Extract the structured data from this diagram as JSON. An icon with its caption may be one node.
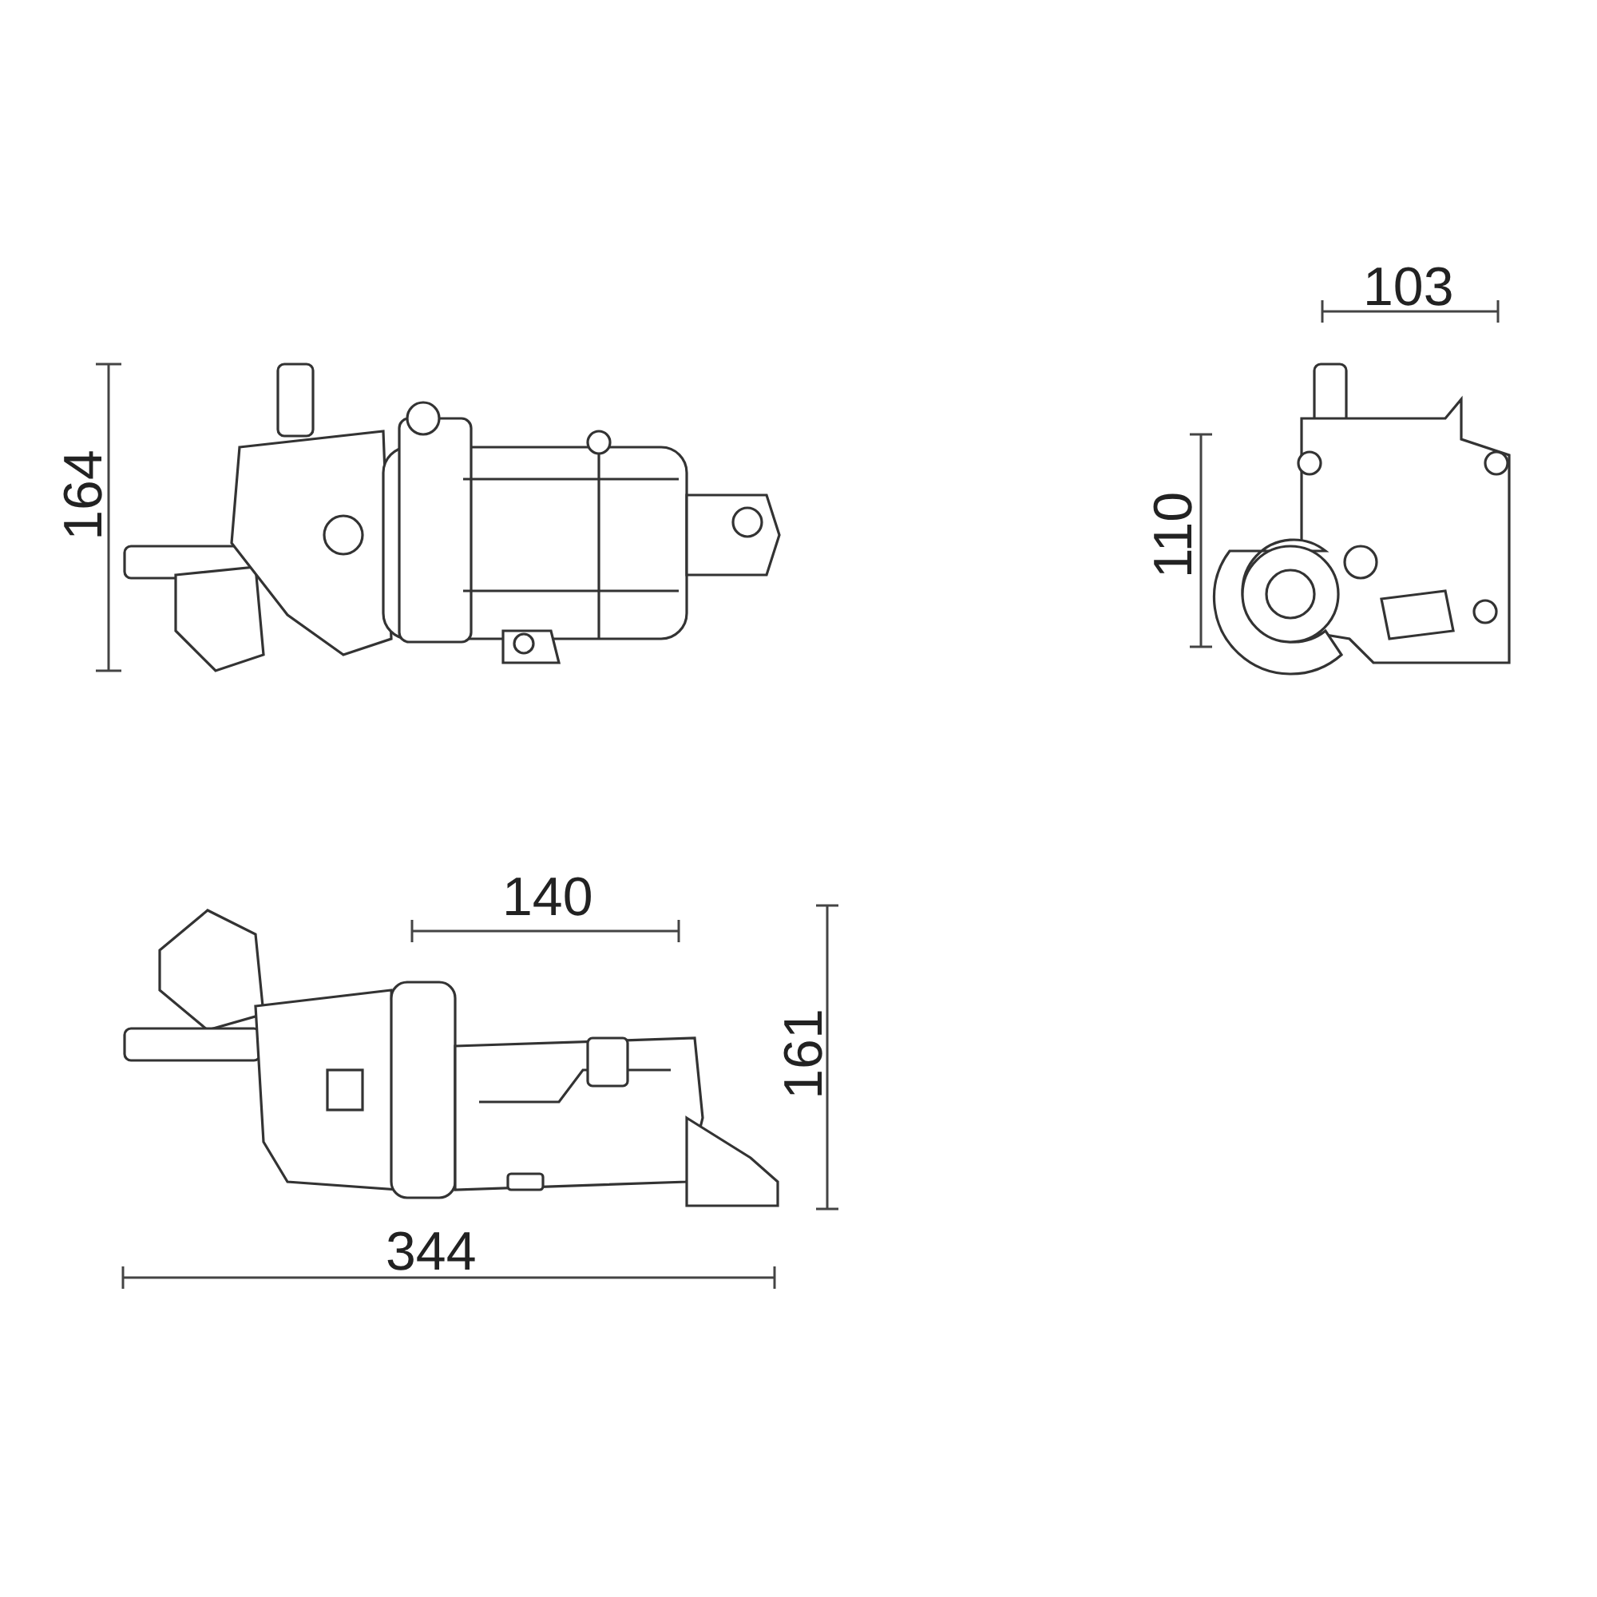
{
  "diagram": {
    "labels": [
      "103",
      "164",
      "110",
      "140",
      "161",
      "344"
    ]
  }
}
